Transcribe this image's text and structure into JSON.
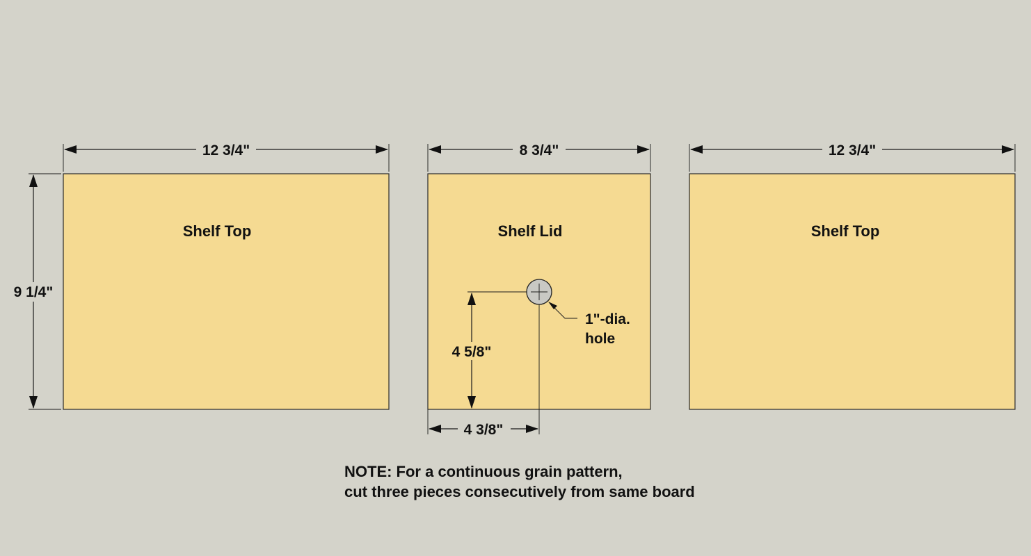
{
  "panels": {
    "left": {
      "label": "Shelf Top",
      "width_label": "12 3/4\"",
      "height_label": "9 1/4\""
    },
    "middle": {
      "label": "Shelf Lid",
      "width_label": "8 3/4\""
    },
    "right": {
      "label": "Shelf Top",
      "width_label": "12 3/4\""
    }
  },
  "hole": {
    "callout_line1": "1\"-dia.",
    "callout_line2": "hole",
    "vertical_offset_label": "4 5/8\"",
    "horizontal_offset_label": "4 3/8\""
  },
  "note": {
    "line1": "NOTE: For a continuous grain pattern,",
    "line2": "cut three pieces consecutively from same board"
  },
  "colors": {
    "background": "#d4d3ca",
    "panel_fill": "#f5da92",
    "line": "#1a1a1a"
  }
}
